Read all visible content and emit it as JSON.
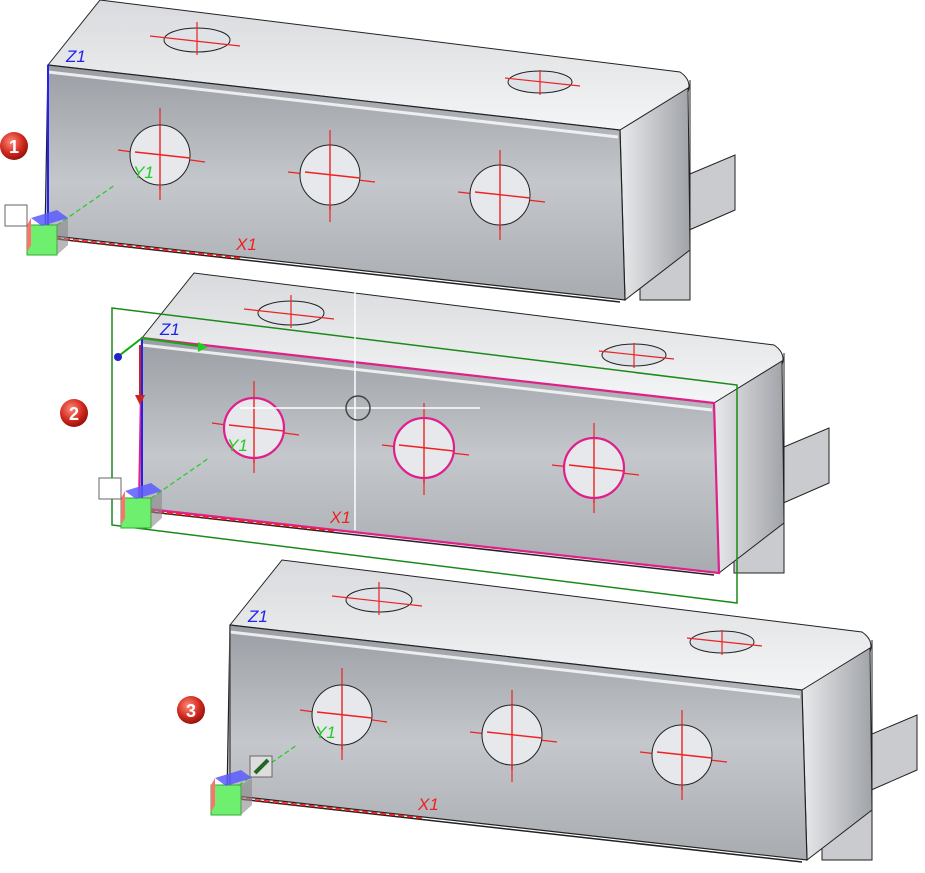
{
  "steps": [
    "1",
    "2",
    "3"
  ],
  "axes": {
    "z": "Z1",
    "x": "X1",
    "y": "Y1"
  },
  "colors": {
    "badge": "#d0281e",
    "z_axis": "#2222ee",
    "x_axis": "#ee2222",
    "y_axis": "#22cc22",
    "selection": "#e0208a",
    "bbox": "#1a8a1a"
  }
}
